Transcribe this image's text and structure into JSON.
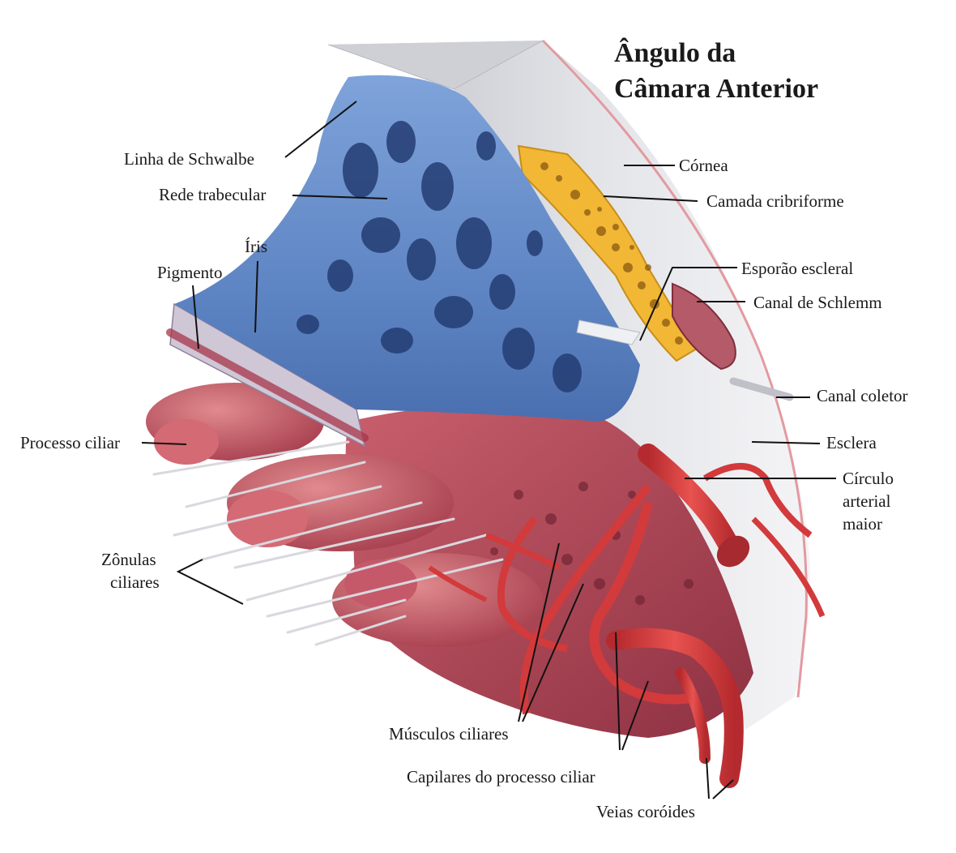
{
  "title": {
    "line1": "Ângulo da",
    "line2": "Câmara Anterior"
  },
  "labels": {
    "schwalbe": "Linha de Schwalbe",
    "trabecular": "Rede trabecular",
    "iris": "Íris",
    "pigmento": "Pigmento",
    "processo_ciliar": "Processo ciliar",
    "zonulas_1": "Zônulas",
    "zonulas_2": "ciliares",
    "cornea": "Córnea",
    "cribriforme": "Camada cribriforme",
    "esporao": "Esporão escleral",
    "schlemm": "Canal de Schlemm",
    "coletor": "Canal coletor",
    "esclera": "Esclera",
    "circulo_1": "Círculo",
    "circulo_2": "arterial",
    "circulo_3": "maior",
    "musculos": "Músculos ciliares",
    "capilares": "Capilares do processo ciliar",
    "veias": "Veias coróides"
  },
  "colors": {
    "trabecular_blue": "#5f86c4",
    "trabecular_dark": "#243d73",
    "cribriform_yellow": "#f2b734",
    "ciliary_red": "#b84a5a",
    "vessel_red": "#d23a3c",
    "sclera_gray": "#d9dadf"
  }
}
